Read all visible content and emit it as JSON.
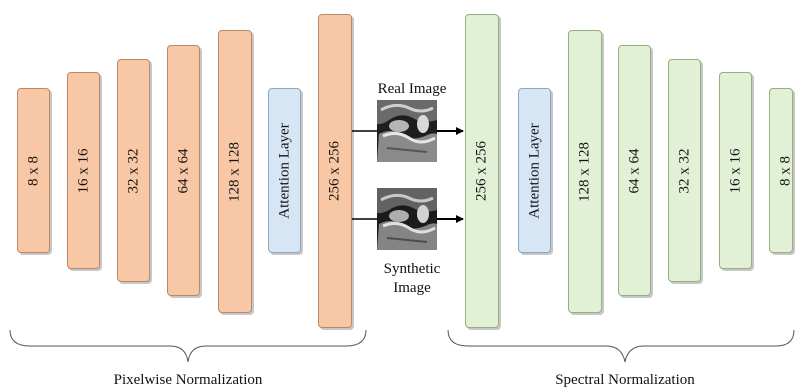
{
  "generator": {
    "blocks": [
      "8 x 8",
      "16 x 16",
      "32 x 32",
      "64 x 64",
      "128 x 128",
      "Attention Layer",
      "256 x 256"
    ],
    "label": "Pixelwise Normalization"
  },
  "discriminator": {
    "blocks": [
      "256 x 256",
      "Attention Layer",
      "128 x 128",
      "64 x 64",
      "32 x 32",
      "16 x 16",
      "8 x 8"
    ],
    "label": "Spectral Normalization"
  },
  "images": {
    "real_caption": "Real Image",
    "synthetic_caption_line1": "Synthetic",
    "synthetic_caption_line2": "Image"
  },
  "colors": {
    "generator_fill": "#f8c8a6",
    "attention_fill": "#d6e6f5",
    "discriminator_fill": "#e2f0d6"
  }
}
